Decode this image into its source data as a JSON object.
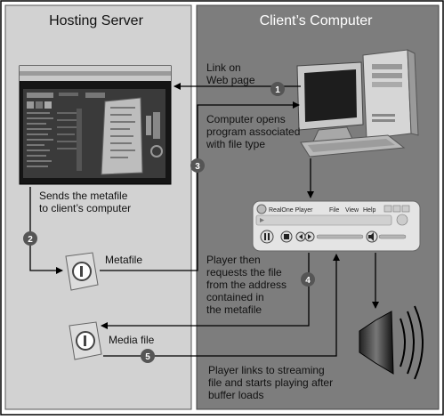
{
  "panels": {
    "left_title": "Hosting Server",
    "right_title": "Client’s Computer"
  },
  "labels": {
    "link_on_web_page_1": "Link on",
    "link_on_web_page_2": "Web page",
    "computer_opens_1": "Computer opens",
    "computer_opens_2": "program associated",
    "computer_opens_3": "with file type",
    "sends_metafile_1": "Sends the metafile",
    "sends_metafile_2": "to client’s computer",
    "metafile": "Metafile",
    "media_file": "Media file",
    "player_requests_1": "Player then",
    "player_requests_2": "requests the file",
    "player_requests_3": "from the address",
    "player_requests_4": "contained in",
    "player_requests_5": "the metafile",
    "player_links_1": "Player links to streaming",
    "player_links_2": "file and starts playing after",
    "player_links_3": "buffer loads"
  },
  "steps": [
    "1",
    "2",
    "3",
    "4",
    "5"
  ],
  "player": {
    "title": "RealOne Player",
    "menu_file": "File",
    "menu_view": "View",
    "menu_help": "Help"
  },
  "colors": {
    "left_panel": "#d2d2d2",
    "right_panel": "#7d7d7d",
    "step_badge": "#555555",
    "arrow": "#000000"
  }
}
